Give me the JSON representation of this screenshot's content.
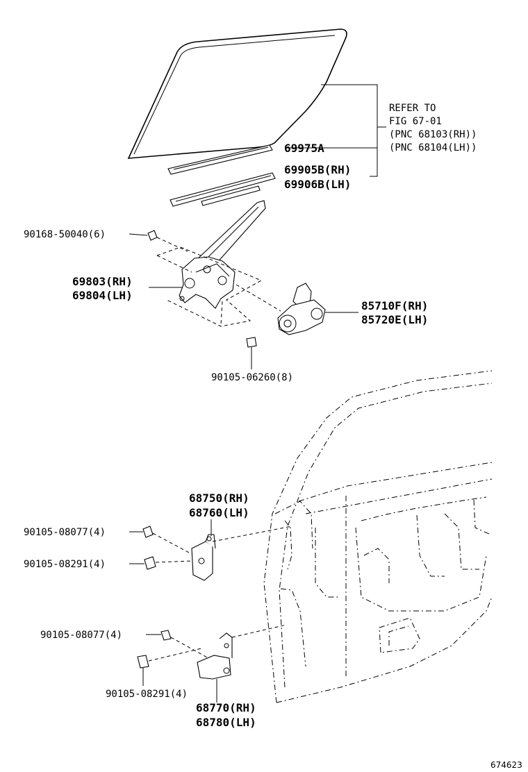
{
  "callouts": {
    "refer": {
      "line1": "REFER TO",
      "line2": "FIG 67-01",
      "line3": "(PNC 68103(RH))",
      "line4": "(PNC 68104(LH))"
    },
    "run_channel": "69975A",
    "weatherstrip_rh": "69905B(RH)",
    "weatherstrip_lh": "69906B(LH)",
    "regulator_bolt": "90168-50040(6)",
    "regulator_rh": "69803(RH)",
    "regulator_lh": "69804(LH)",
    "motor_rh": "85710F(RH)",
    "motor_lh": "85720E(LH)",
    "motor_bolt": "90105-06260(8)",
    "upper_hinge_rh": "68750(RH)",
    "upper_hinge_lh": "68760(LH)",
    "upper_hinge_bolt_a": "90105-08077(4)",
    "upper_hinge_bolt_b": "90105-08291(4)",
    "lower_hinge_bolt_a": "90105-08077(4)",
    "lower_hinge_bolt_b": "90105-08291(4)",
    "lower_hinge_rh": "68770(RH)",
    "lower_hinge_lh": "68780(LH)"
  },
  "figure_id": "674623"
}
